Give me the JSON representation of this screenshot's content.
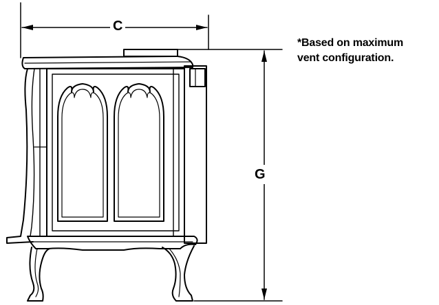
{
  "dimensions": {
    "width_label": "C",
    "height_label": "G"
  },
  "note": {
    "line1": "*Based on maximum",
    "line2": "vent configuration."
  },
  "colors": {
    "ink": "#000000",
    "background": "#ffffff"
  }
}
